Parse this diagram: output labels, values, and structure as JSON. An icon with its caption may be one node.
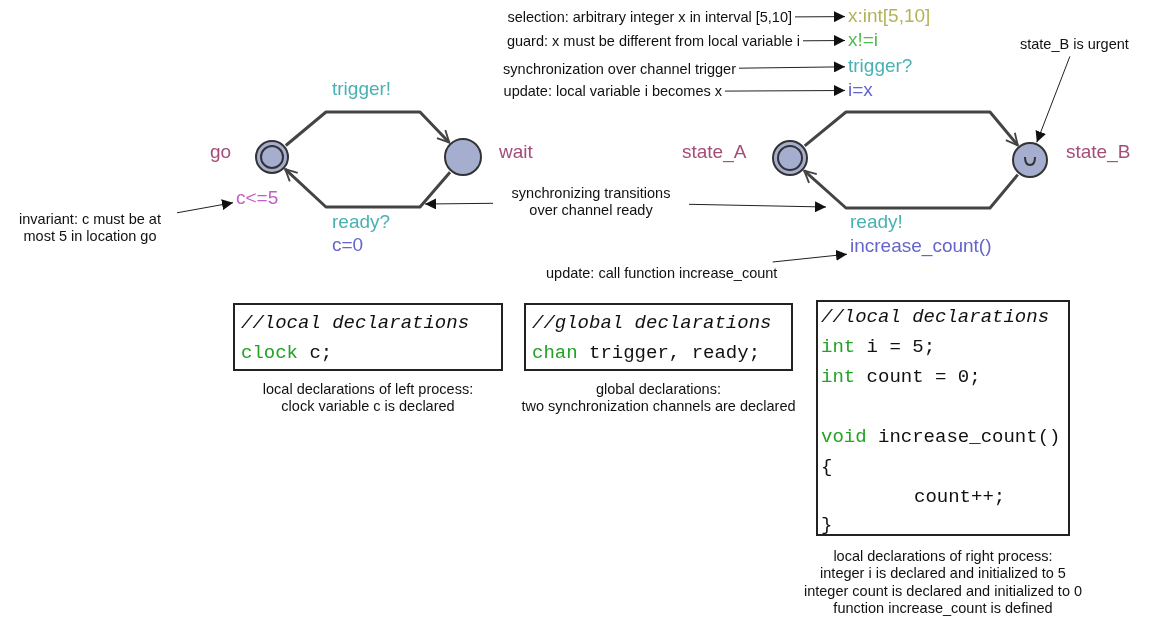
{
  "diagram": {
    "nodes": [
      {
        "text": [
          "selection: arbitrary integer x in interval [5,10]"
        ]
      },
      {
        "text": [
          "x:int[5,10]"
        ]
      },
      {
        "text": [
          "guard: x must be different from local variable i"
        ]
      },
      {
        "text": [
          "x!=i"
        ]
      },
      {
        "text": [
          "state_B is urgent"
        ]
      },
      {
        "text": [
          "synchronization over channel trigger"
        ]
      },
      {
        "text": [
          "trigger?"
        ]
      },
      {
        "text": [
          "update: local variable i becomes x"
        ]
      },
      {
        "text": [
          "i=x"
        ]
      },
      {
        "text": [],
        "shape": "circle",
        "beside": [
          "go"
        ]
      },
      {
        "text": [],
        "shape": "circle",
        "beside": [
          "wait"
        ]
      },
      {
        "text": [],
        "shape": "circle",
        "beside": [
          "state_A"
        ]
      },
      {
        "text": [],
        "shape": "circle",
        "beside": [
          "state_B"
        ]
      },
      {
        "text": [
          "c<=5"
        ]
      },
      {
        "text": [
          "invariant: c must be at most 5 in location go"
        ]
      },
      {
        "text": [
          "synchronizing transitions over channel ready"
        ]
      },
      {
        "text": [
          "increase_count()"
        ]
      },
      {
        "text": [
          "update: call function increase_count"
        ]
      },
      {
        "text": [
          "//local declarations",
          "clock c;"
        ],
        "beside": [
          "local declarations of left process:",
          "clock variable c is declared"
        ]
      },
      {
        "text": [
          "//global declarations",
          "chan trigger, ready;"
        ],
        "beside": [
          "global declarations:",
          "two synchronization channels are declared"
        ]
      },
      {
        "text": [
          "//local declarations",
          "int i = 5;",
          "int count = 0;",
          "void increase_count()",
          "{",
          "count++;",
          "}"
        ],
        "beside": [
          "local declarations of right process:",
          "integer i is declared and initialized to 5",
          "integer count is declared and initialized to 0",
          "function increase_count is defined"
        ]
      }
    ],
    "edges": [
      {
        "from": 9,
        "to": 10,
        "arrow": "to",
        "label": "trigger!",
        "style": "thick"
      },
      {
        "from": 10,
        "to": 9,
        "arrow": "to",
        "label": "ready?",
        "style": "thick"
      },
      {
        "from": 11,
        "to": 12,
        "arrow": "to",
        "style": "thick"
      },
      {
        "from": 12,
        "to": 11,
        "arrow": "to",
        "label": "ready!",
        "style": "thick"
      },
      {
        "from": 0,
        "to": 1,
        "arrow": "to"
      },
      {
        "from": 2,
        "to": 3,
        "arrow": "to"
      },
      {
        "from": 5,
        "to": 6,
        "arrow": "to"
      },
      {
        "from": 7,
        "to": 8,
        "arrow": "to"
      },
      {
        "from": 4,
        "to": 12,
        "arrow": "to"
      },
      {
        "from": 14,
        "to": 13,
        "arrow": "to"
      },
      {
        "from": 15,
        "to": null,
        "arrow": "to"
      },
      {
        "from": 15,
        "to": null,
        "arrow": "to"
      },
      {
        "from": 17,
        "to": 16,
        "arrow": "to"
      }
    ],
    "labels": [
      "c=0"
    ]
  }
}
